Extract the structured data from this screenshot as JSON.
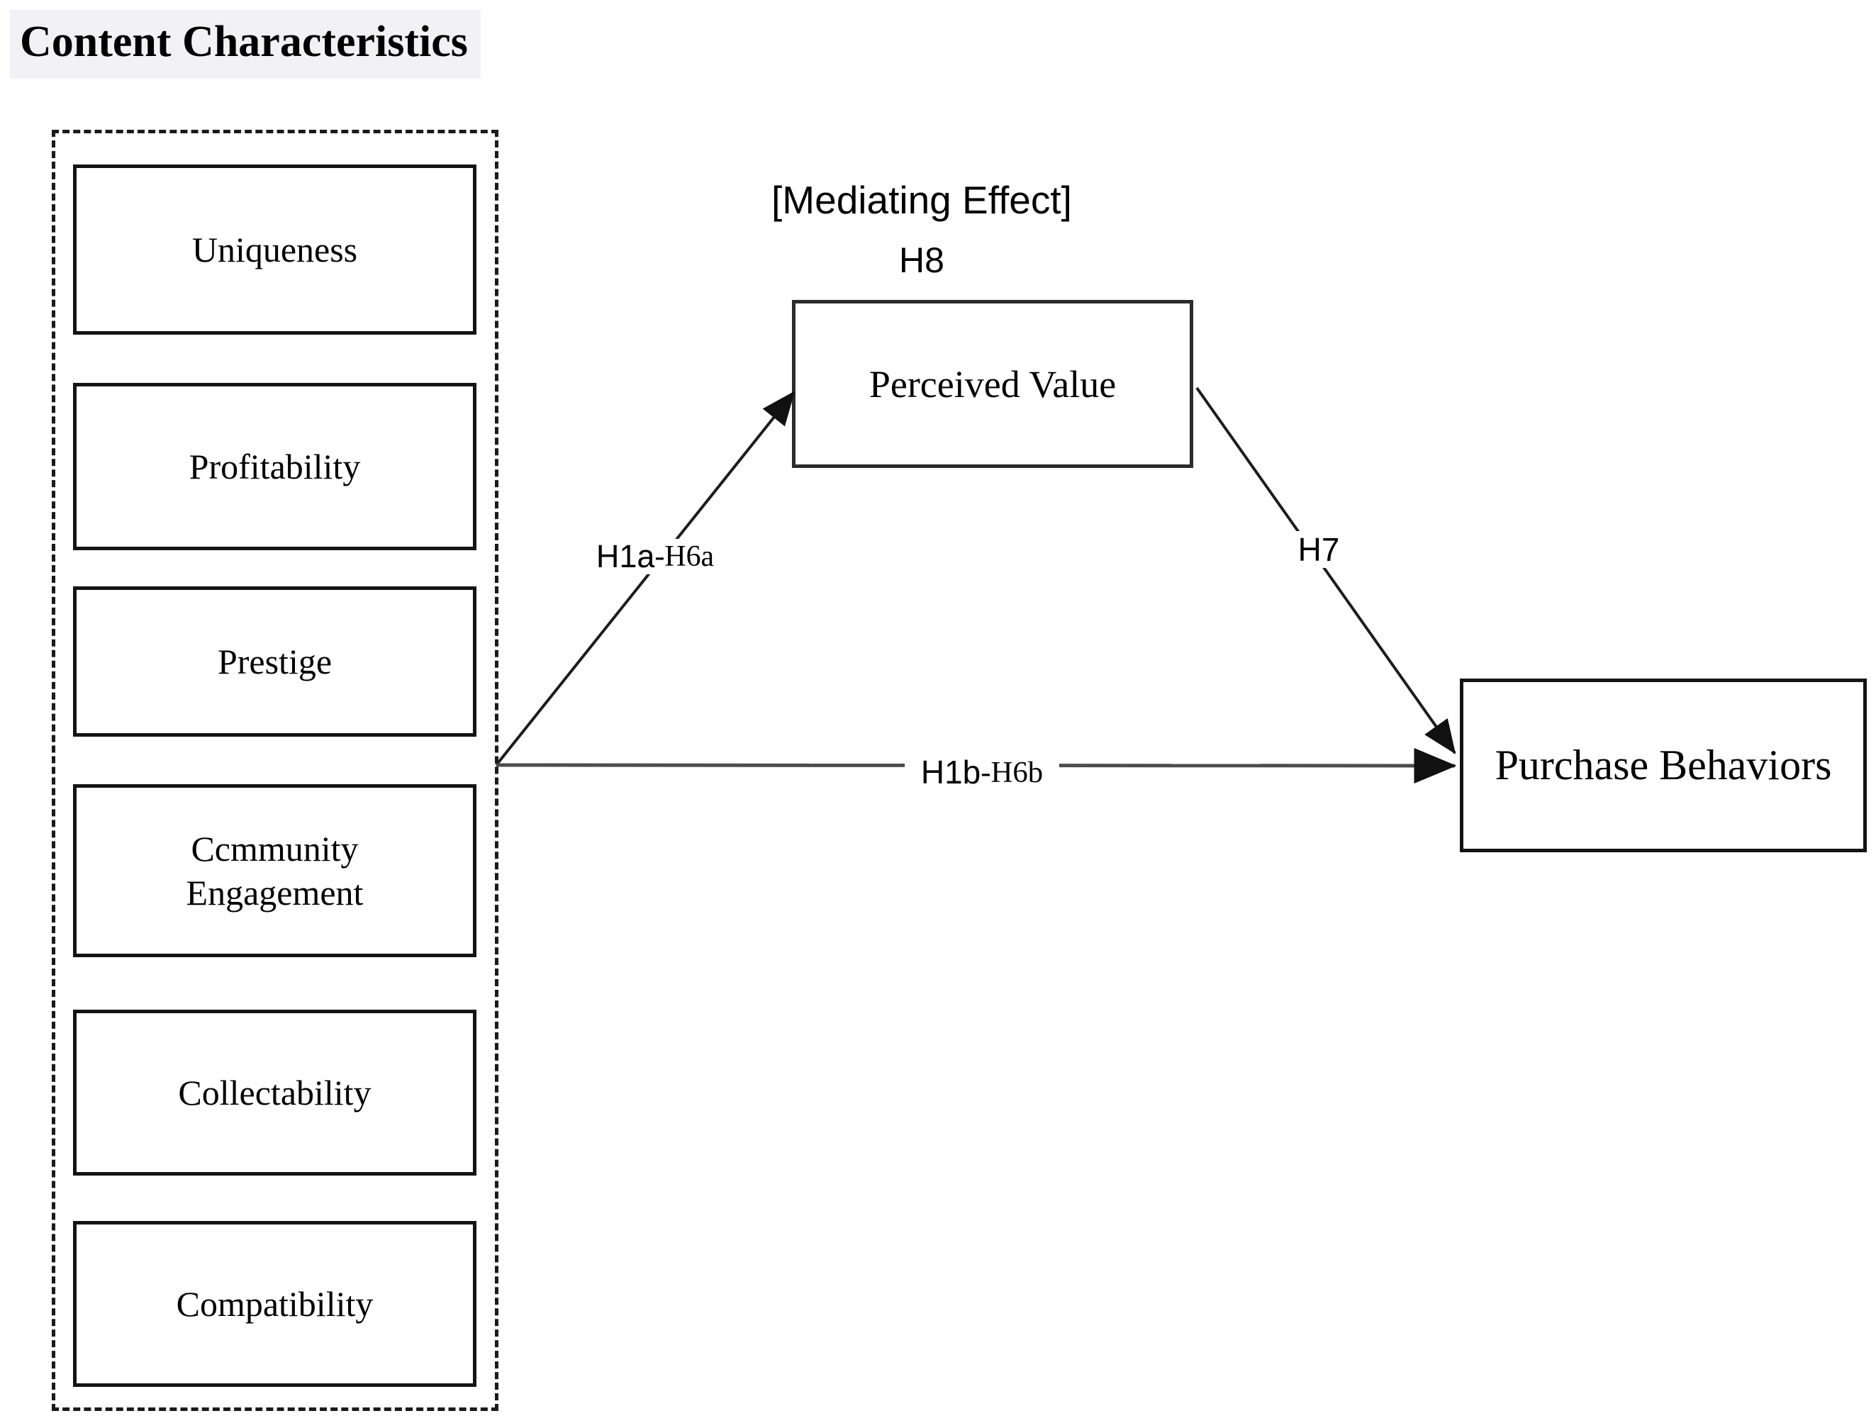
{
  "title": "Content Characteristics",
  "content_group": {
    "boxes": [
      {
        "label": "Uniqueness"
      },
      {
        "label": "Profitability"
      },
      {
        "label": "Prestige"
      },
      {
        "label": "Ccmmunity Engagement"
      },
      {
        "label": "Collectability"
      },
      {
        "label": "Compatibility"
      }
    ]
  },
  "mediator": {
    "annotation": "[Mediating Effect]",
    "hypothesis_label": "H8",
    "box_label": "Perceived Value"
  },
  "outcome": {
    "box_label": "Purchase Behaviors"
  },
  "paths": {
    "to_mediator": {
      "label_sans": "H1a",
      "label_serif": "-H6a"
    },
    "to_outcome": {
      "label_sans": "H1b",
      "label_serif": "-H6b"
    },
    "mediator_to_outcome": {
      "label": "H7"
    }
  },
  "colors": {
    "background": "#ffffff",
    "text": "#000000",
    "box_border": "#141414",
    "dashed_border": "#1a1a1a",
    "diagonal_line": "#1c1c1c",
    "horizontal_line": "#4d4d4d",
    "arrowhead": "#111111",
    "title_highlight": "#f2f2f6"
  }
}
